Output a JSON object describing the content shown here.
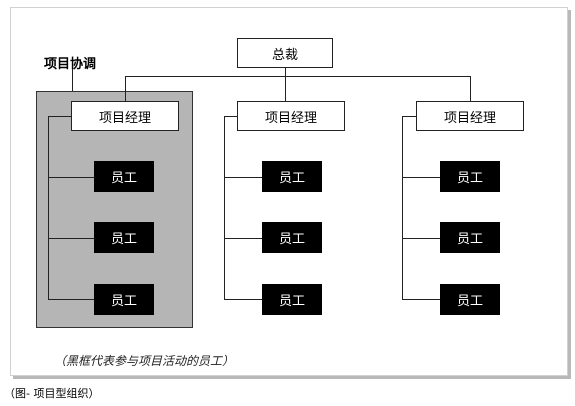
{
  "diagram": {
    "root_label": "总裁",
    "group_label": "项目协调",
    "columns": [
      {
        "manager_label": "项目经理",
        "employees": [
          "员工",
          "员工",
          "员工"
        ]
      },
      {
        "manager_label": "项目经理",
        "employees": [
          "员工",
          "员工",
          "员工"
        ]
      },
      {
        "manager_label": "项目经理",
        "employees": [
          "员工",
          "员工",
          "员工"
        ]
      }
    ],
    "note": "（黑框代表参与项目活动的员工）",
    "caption": "（图- 项目型组织）"
  },
  "colors": {
    "panel_gray": "#b5b5b5",
    "employee_box": "#000000",
    "manager_box": "#ffffff"
  }
}
